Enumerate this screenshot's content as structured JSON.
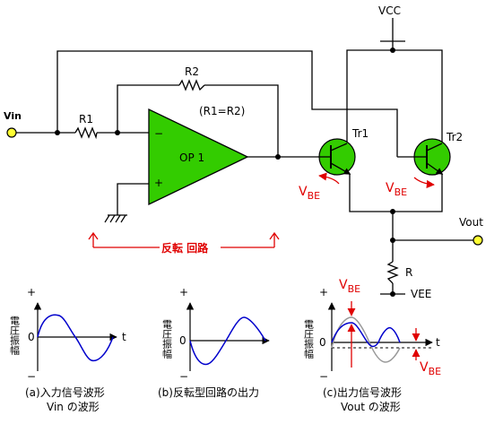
{
  "circuit": {
    "vcc": "VCC",
    "vin": "Vin",
    "r1": "R1",
    "r2": "R2",
    "r_eq": "(R1=R2)",
    "opamp": "OP 1",
    "opamp_minus": "−",
    "opamp_plus": "+",
    "tr1": "Tr1",
    "tr2": "Tr2",
    "vbe_main": "V",
    "vbe_sub": "BE",
    "vout": "Vout",
    "r": "R",
    "vee": "VEE",
    "inverting_label": "反転 回路"
  },
  "graphs": {
    "a": {
      "y_label": "電圧振幅",
      "plus": "+",
      "minus": "−",
      "zero": "0",
      "t": "t",
      "caption1": "(a)入力信号波形",
      "caption2": "Vin の波形"
    },
    "b": {
      "y_label": "電圧振幅",
      "plus": "+",
      "minus": "−",
      "zero": "0",
      "t": "",
      "caption1": "(b)反転型回路の出力",
      "caption2": ""
    },
    "c": {
      "y_label": "電圧振幅",
      "plus": "+",
      "minus": "−",
      "zero": "0",
      "t": "t",
      "caption1": "(c)出力信号波形",
      "caption2": "Vout の波形",
      "vbe_main": "V",
      "vbe_sub": "BE"
    }
  },
  "colors": {
    "opamp_fill": "#33cc00",
    "transistor_fill": "#33cc00",
    "terminal": "#ffff33",
    "vbe_red": "#e00000",
    "wave_blue": "#0000cc",
    "wave_gray": "#999999"
  }
}
